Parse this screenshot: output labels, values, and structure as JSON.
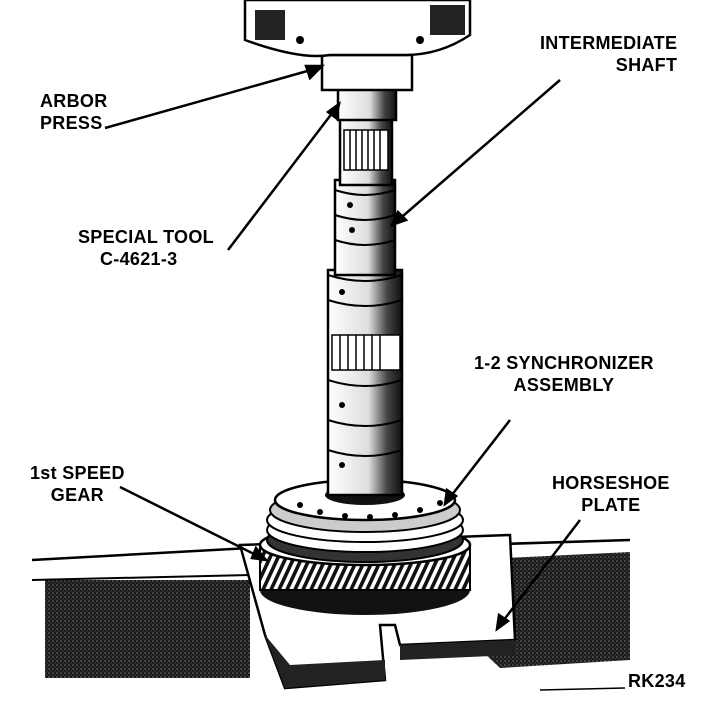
{
  "labels": {
    "arbor_press": [
      "ARBOR",
      "PRESS"
    ],
    "intermediate_shaft": [
      "INTERMEDIATE",
      "SHAFT"
    ],
    "special_tool": [
      "SPECIAL TOOL",
      "C-4621-3"
    ],
    "synchronizer": [
      "1-2 SYNCHRONIZER",
      "ASSEMBLY"
    ],
    "first_speed_gear": [
      "1st SPEED",
      "GEAR"
    ],
    "horseshoe_plate": [
      "HORSESHOE",
      "PLATE"
    ]
  },
  "figure_code": "RK234"
}
